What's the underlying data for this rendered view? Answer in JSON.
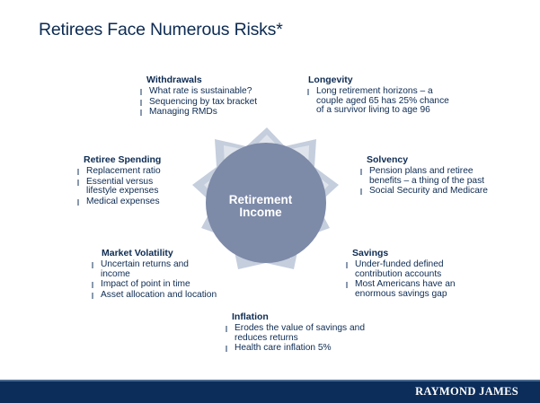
{
  "title": "Retirees Face Numerous Risks*",
  "center": {
    "line1": "Retirement",
    "line2": "Income"
  },
  "blocks": {
    "withdrawals": {
      "heading": "Withdrawals",
      "items": [
        "What rate is sustainable?",
        "Sequencing by tax bracket",
        "Managing RMDs"
      ]
    },
    "longevity": {
      "heading": "Longevity",
      "items": [
        "Long retirement horizons – a couple aged 65 has 25% chance of a survivor living to age 96"
      ]
    },
    "retiree_spending": {
      "heading": "Retiree Spending",
      "items": [
        "Replacement ratio",
        "Essential versus lifestyle expenses",
        "Medical expenses"
      ]
    },
    "solvency": {
      "heading": "Solvency",
      "items": [
        "Pension plans and retiree benefits – a thing of the past",
        "Social Security and Medicare"
      ]
    },
    "market_volatility": {
      "heading": "Market Volatility",
      "items": [
        "Uncertain returns and income",
        "Impact of point in time",
        "Asset allocation and location"
      ]
    },
    "savings": {
      "heading": "Savings",
      "items": [
        "Under-funded defined contribution accounts",
        "Most Americans have an enormous savings gap"
      ]
    },
    "inflation": {
      "heading": "Inflation",
      "items": [
        "Erodes the value of savings and reduces returns",
        "Health care inflation 5%"
      ]
    }
  },
  "footer": {
    "logo": "RAYMOND JAMES"
  },
  "colors": {
    "navy": "#0c2d5a",
    "circle": "#7d8aa8",
    "star": "#c5cedd"
  }
}
